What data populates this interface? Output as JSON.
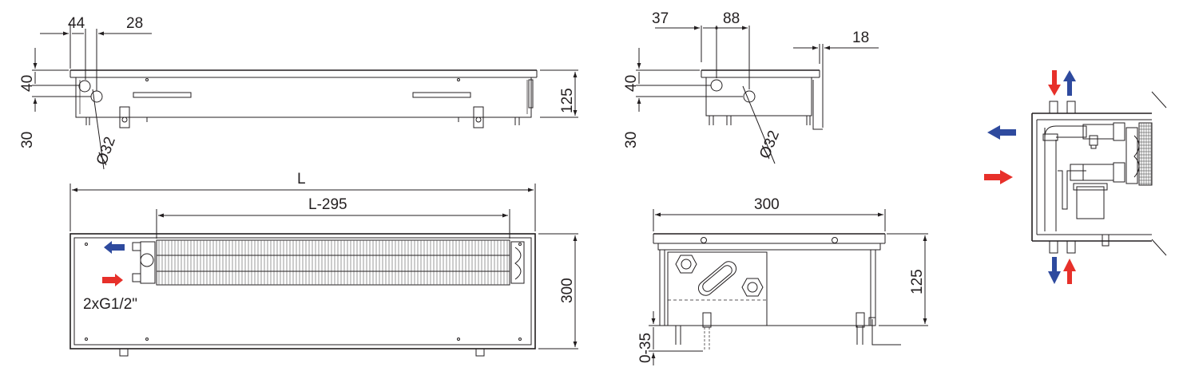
{
  "dimensions": {
    "top_left_44": "44",
    "top_left_28": "28",
    "top_left_40": "40",
    "top_left_30": "30",
    "top_left_125": "125",
    "top_left_d32": "Ø32",
    "top_mid_37": "37",
    "top_mid_88": "88",
    "top_mid_18": "18",
    "top_mid_40": "40",
    "top_mid_30": "30",
    "top_mid_d32": "Ø32",
    "plan_L": "L",
    "plan_L295": "L-295",
    "plan_300": "300",
    "plan_thread": "2xG1/2\"",
    "section_300": "300",
    "section_125": "125",
    "section_035": "0-35"
  },
  "colors": {
    "line": "#231f20",
    "supply_red": "#e7302a",
    "return_blue": "#2e4a9e"
  },
  "icons": {
    "plan_return_arrow": "arrow-left-icon",
    "plan_supply_arrow": "arrow-right-icon",
    "detail_arrows": [
      "arrow-up-icon",
      "arrow-down-icon",
      "arrow-left-icon",
      "arrow-right-icon"
    ]
  }
}
